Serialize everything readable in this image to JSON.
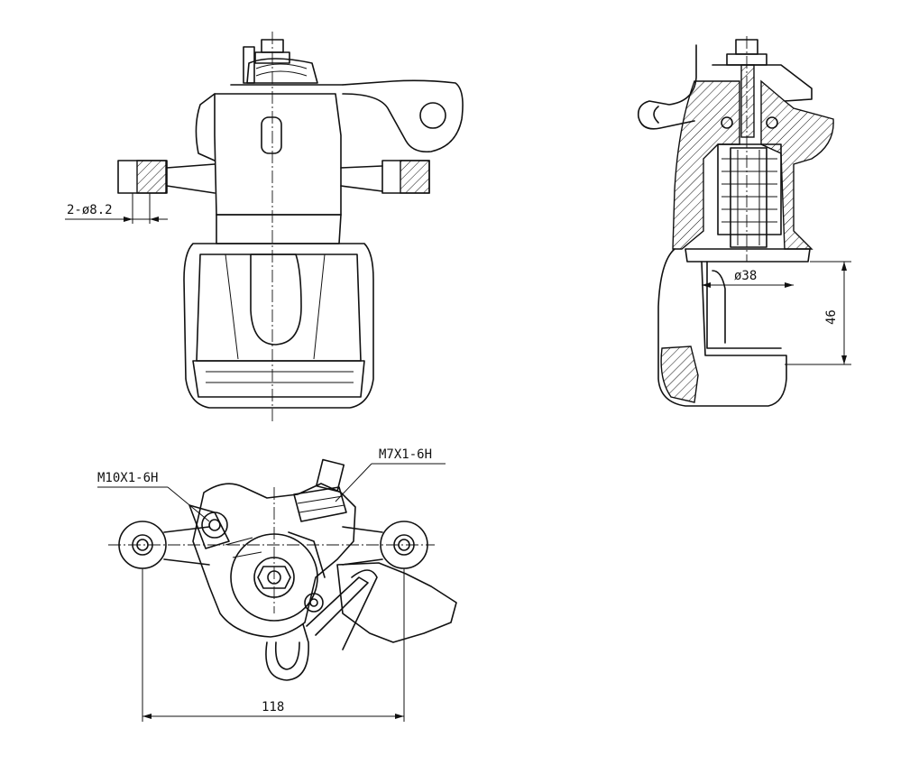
{
  "dimensions": {
    "hole_spec": "2-ø8.2",
    "piston_diameter": "ø38",
    "piston_depth": "46",
    "thread_large": "M10X1-6H",
    "thread_small": "M7X1-6H",
    "mount_span": "118"
  }
}
